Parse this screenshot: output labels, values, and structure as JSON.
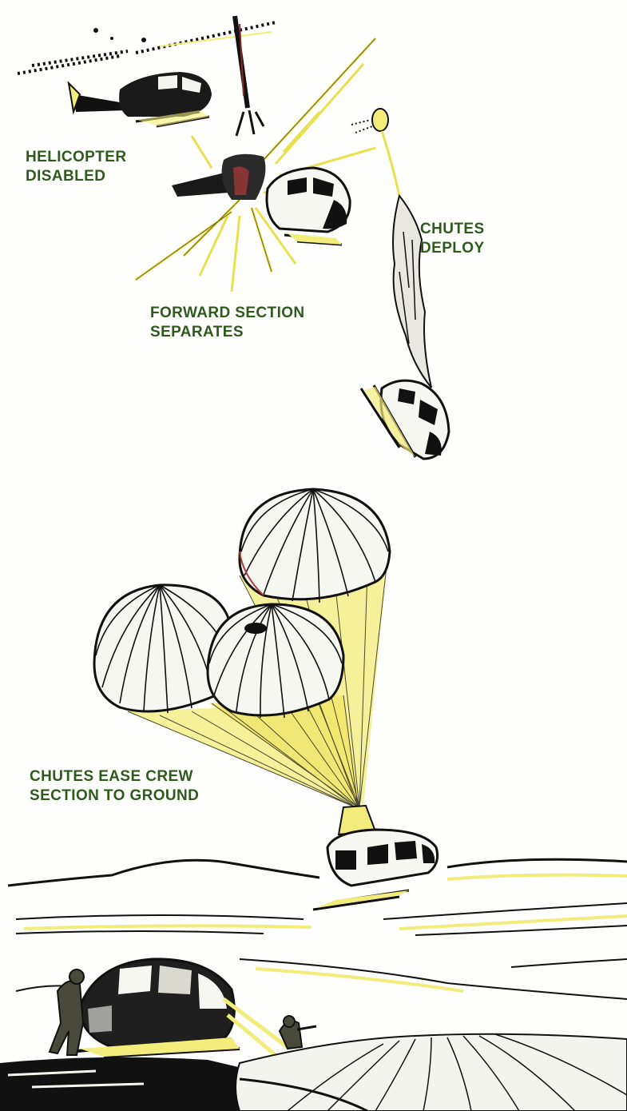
{
  "labels": {
    "helicopter_disabled": [
      "HELICOPTER",
      "DISABLED"
    ],
    "chutes_deploy": [
      "CHUTES",
      "DEPLOY"
    ],
    "forward_section_separates": [
      "FORWARD SECTION",
      "SEPARATES"
    ],
    "chutes_ease_crew": [
      "CHUTES EASE CREW",
      "SECTION TO GROUND"
    ]
  },
  "colors": {
    "label_text": "#2f5a1e",
    "ink": "#111111",
    "accent_yellow": "#f2ec7a",
    "paper": "#fefefc"
  }
}
